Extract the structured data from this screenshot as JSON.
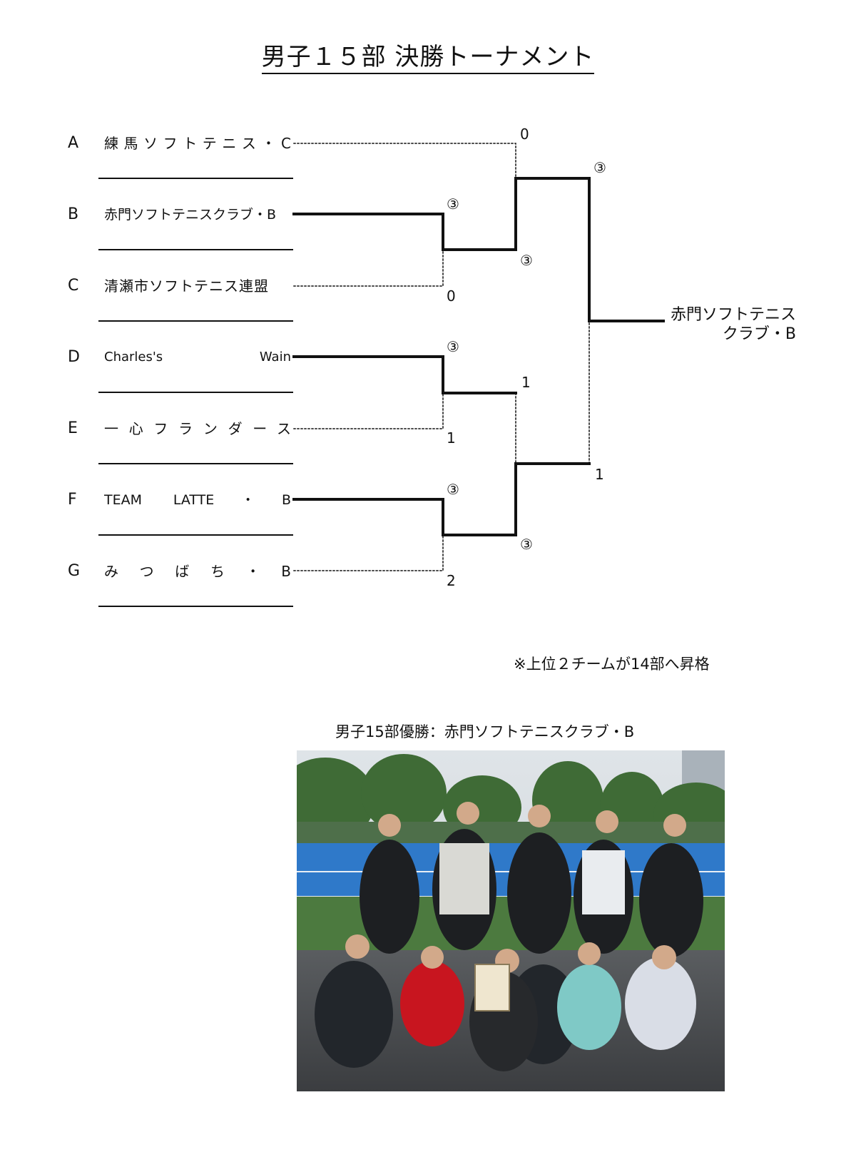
{
  "title": "男子１５部 決勝トーナメント",
  "teams": [
    {
      "letter": "A",
      "name": "練馬ソフトテニス・C"
    },
    {
      "letter": "B",
      "name": "赤門ソフトテニスクラブ・B"
    },
    {
      "letter": "C",
      "name": "清瀬市ソフトテニス連盟"
    },
    {
      "letter": "D",
      "name": "Charles's Wain"
    },
    {
      "letter": "E",
      "name": "一心フランダース"
    },
    {
      "letter": "F",
      "name": "TEAM LATTE・B"
    },
    {
      "letter": "G",
      "name": "みつばち・B"
    }
  ],
  "scores": {
    "a_r2": "0",
    "b_r1": "③",
    "c_r1": "0",
    "bc_r2": "③",
    "d_r1": "③",
    "e_r1": "1",
    "de_r2": "1",
    "f_r1": "③",
    "g_r1": "2",
    "fg_r2": "③",
    "top_final": "③",
    "bottom_final": "1"
  },
  "winner": {
    "line1": "赤門ソフトテニス",
    "line2": "クラブ・B"
  },
  "note": "※上位２チームが14部へ昇格",
  "photo_caption": "男子15部優勝：赤門ソフトテニスクラブ・B",
  "colors": {
    "ink": "#111111",
    "court": "#2f79c9"
  }
}
